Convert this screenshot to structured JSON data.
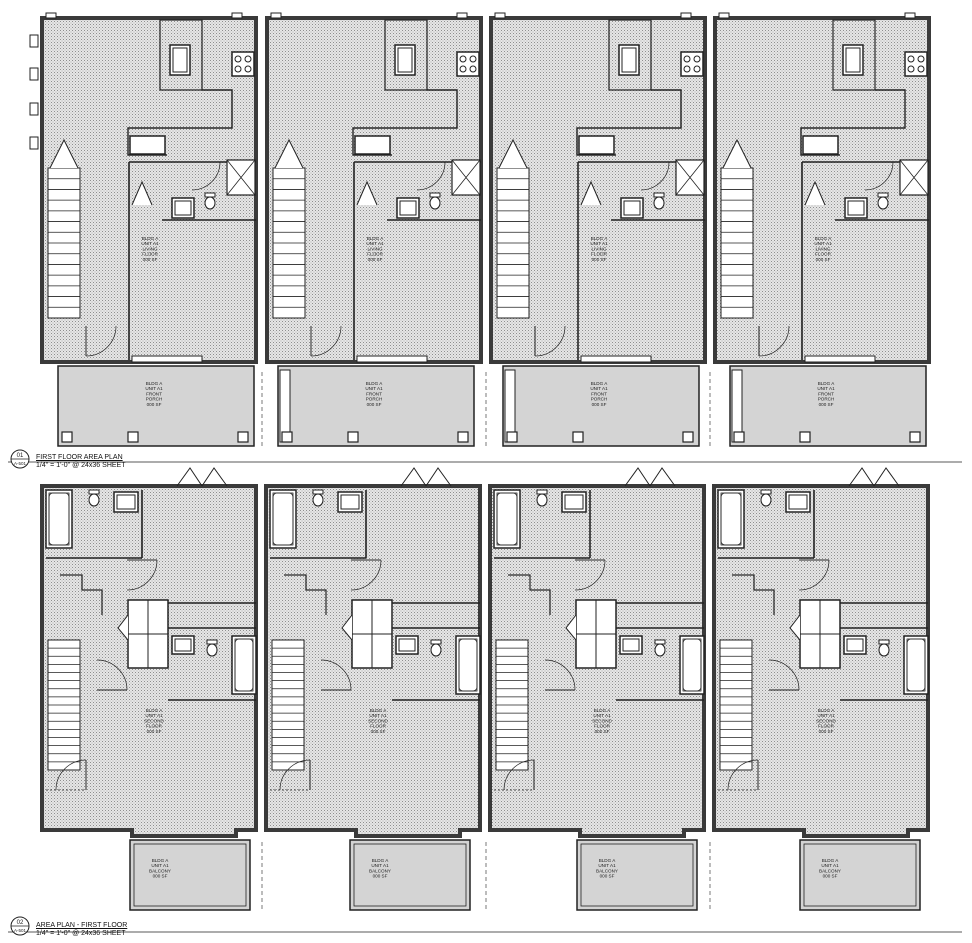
{
  "drawing_1": {
    "number": "01",
    "sheet": "A-501",
    "title": "FIRST FLOOR AREA PLAN",
    "scale": "1/4\" = 1'-0\" @ 24x36 SHEET",
    "unit_tags": [
      [
        "BLDG A",
        "UNIT A1",
        "LIVING",
        "FLOOR",
        "000 SF"
      ],
      [
        "BLDG A",
        "UNIT A1",
        "LIVING",
        "FLOOR",
        "000 SF"
      ],
      [
        "BLDG A",
        "UNIT A1",
        "LIVING",
        "FLOOR",
        "000 SF"
      ],
      [
        "BLDG A",
        "UNIT A1",
        "LIVING",
        "FLOOR",
        "000 SF"
      ]
    ],
    "porch_tags": [
      [
        "BLDG A",
        "UNIT A1",
        "FRONT",
        "PORCH",
        "000 SF"
      ],
      [
        "BLDG A",
        "UNIT A1",
        "FRONT",
        "PORCH",
        "000 SF"
      ],
      [
        "BLDG A",
        "UNIT A1",
        "FRONT",
        "PORCH",
        "000 SF"
      ],
      [
        "BLDG A",
        "UNIT A1",
        "FRONT",
        "PORCH",
        "000 SF"
      ]
    ]
  },
  "drawing_2": {
    "number": "02",
    "sheet": "A-501",
    "title": "AREA PLAN - FIRST FLOOR",
    "scale": "1/4\" = 1'-0\" @ 24x36 SHEET",
    "unit_tags": [
      [
        "BLDG A",
        "UNIT A1",
        "SECOND",
        "FLOOR",
        "000 SF"
      ],
      [
        "BLDG A",
        "UNIT A1",
        "SECOND",
        "FLOOR",
        "000 SF"
      ],
      [
        "BLDG A",
        "UNIT A1",
        "SECOND",
        "FLOOR",
        "000 SF"
      ],
      [
        "BLDG A",
        "UNIT A1",
        "SECOND",
        "FLOOR",
        "000 SF"
      ]
    ],
    "balcony_tags": [
      [
        "BLDG A",
        "UNIT A1",
        "BALCONY",
        "000 SF"
      ],
      [
        "BLDG A",
        "UNIT A1",
        "BALCONY",
        "000 SF"
      ],
      [
        "BLDG A",
        "UNIT A1",
        "BALCONY",
        "000 SF"
      ],
      [
        "BLDG A",
        "UNIT A1",
        "BALCONY",
        "000 SF"
      ]
    ]
  },
  "colors": {
    "wall": "#3a3a3a",
    "hatch_bg": "#e4e4e4",
    "hatch_dot": "#9a9a9a",
    "porch_fill": "#d4d4d4",
    "line": "#222222"
  }
}
